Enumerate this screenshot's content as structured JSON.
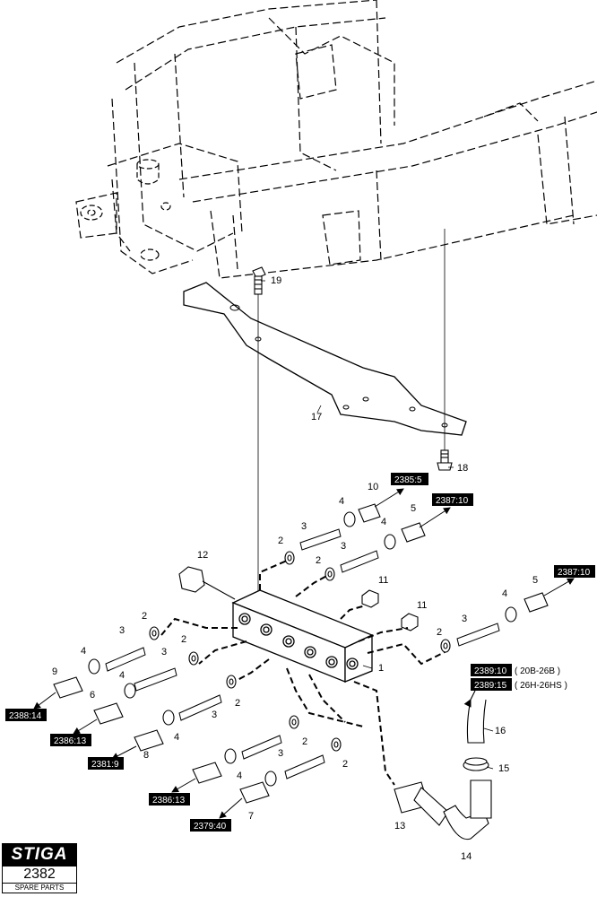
{
  "logo": {
    "brand": "STIGA",
    "page_number": "2382",
    "subtitle": "SPARE PARTS"
  },
  "callouts": {
    "c1": "1",
    "c2a": "2",
    "c2b": "2",
    "c2c": "2",
    "c2d": "2",
    "c2e": "2",
    "c2f": "2",
    "c2g": "2",
    "c2h": "2",
    "c3a": "3",
    "c3b": "3",
    "c3c": "3",
    "c3d": "3",
    "c3e": "3",
    "c3f": "3",
    "c3g": "3",
    "c4a": "4",
    "c4b": "4",
    "c4c": "4",
    "c4d": "4",
    "c4e": "4",
    "c4f": "4",
    "c4g": "4",
    "c5a": "5",
    "c5b": "5",
    "c6": "6",
    "c7": "7",
    "c8": "8",
    "c9": "9",
    "c10": "10",
    "c11a": "11",
    "c11b": "11",
    "c12": "12",
    "c13": "13",
    "c14": "14",
    "c15": "15",
    "c16": "16",
    "c17": "17",
    "c18": "18",
    "c19": "19"
  },
  "references": {
    "r2385_5": "2385:5",
    "r2387_10a": "2387:10",
    "r2387_10b": "2387:10",
    "r2389_10": "2389:10",
    "r2389_15": "2389:15",
    "r2388_14": "2388:14",
    "r2386_13a": "2386:13",
    "r2381_9": "2381:9",
    "r2386_13b": "2386:13",
    "r2379_40": "2379:40"
  },
  "notes": {
    "n20b": "( 20B-26B )",
    "n26h": "( 26H-26HS )"
  }
}
